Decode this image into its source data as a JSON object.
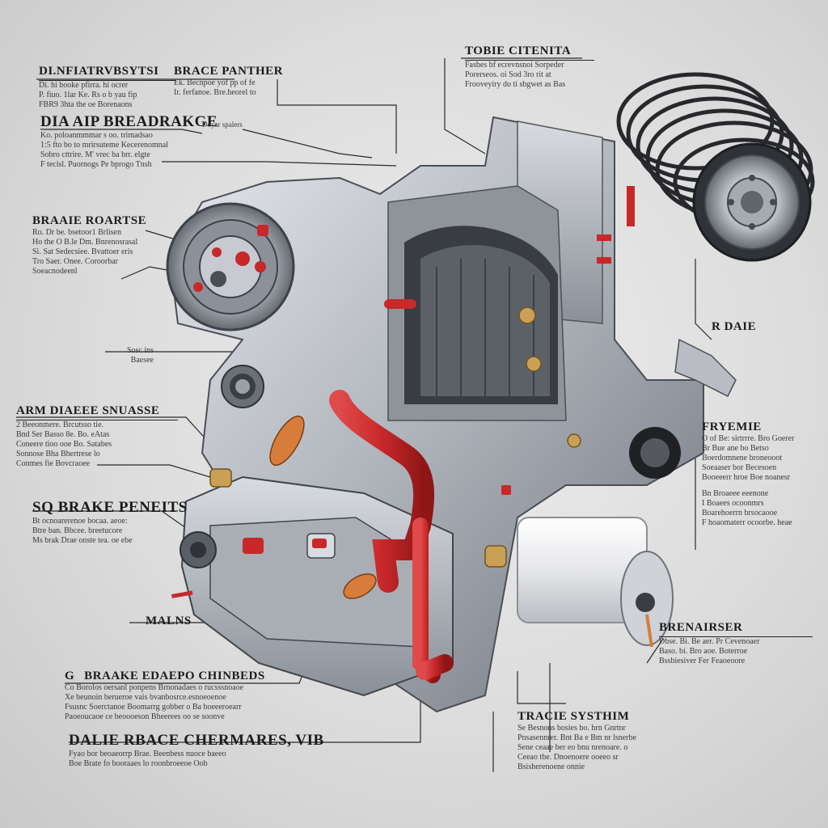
{
  "callouts": {
    "top_left": {
      "title": "DI.NFIATRVBSYTSI",
      "desc": "Di. hi booke pfirra. hi ocrer\nP. fiuo. 1lar Ke. Rs o b yau fip\nFBR9 3hta the oe Borenaons"
    },
    "brake_panther": {
      "title": "BRACE PANTHER",
      "desc": "Ek. Becnpoe yof pp of fe\nIr. ferfanoe. Bre.heorel to"
    },
    "top_center": {
      "title": "TOBIE CITENITA",
      "desc": "Fasbes bf ecrevnsnoi Sorpeder\nPorerseos. oi Sod 3ro rit at\nFrooveyiry do ti sbgwet as Bas"
    },
    "air_brake": {
      "title": "DIA AIP BREADRAKGE",
      "tag": "Doyar spalers",
      "desc": "Ko. poloanmmmar s oo. trimadsao\n1:5 fto bo to mrirsuteme Kecerenomnal\nSobro cttrire. M' vrec ba brr. elgte\nF tecisl. Puornogs Pe bprogo Tnsh"
    },
    "brake_routes": {
      "title": "BRAAIE ROARTSE",
      "desc": "Ro. Dr be. bsetoor1 Brlisen\nHo the O B.le Dm. Bnrenosrasal\nSi. Sat Sedecsiee. Bvattoer eris\nTro Saer. Onee. Coroorbar\nSoeacnodeenl"
    },
    "small_left": {
      "title": "Sosc ins\nBaesee"
    },
    "arm_brake": {
      "title": "ARM DIAEEE SNUASSE",
      "desc": "2 Beeonmere. Brcutsso tie.\nBnd Ser Basso 8e. Bo. eAtas\nConeere tioo ooe Bo. Satabes\nSonnose Bha Bhertrese lo\nConmes fie Bovcraoee"
    },
    "sq_brake": {
      "title": "SQ BRAKE PENEITS",
      "desc": "Bt ocnoarerenoe bocaa. aeoe:\nBtre ban. Bbcee. breetucore\nMs brak Drae onste tea. oe ebe"
    },
    "maln": {
      "title": "MALNS"
    },
    "brake_chambers": {
      "title": "BRAAKE EDAEPO CHINBEDS",
      "prefix": "G",
      "desc": "Co Borolos oersanl ponpens Brnonadaes o rucsssnoaoe\nXe beunoin berueroe vais bvanbosrce.esnoeoenoe\nFsusnc Soerctanoe Boomarrg gobber o Ba boeeeroearr\nPaoeoucaoe ce beoooeson Bheerees oo se soonve"
    },
    "brake_chambers_2": {
      "title": "DALIE RBACE CHERMARES, VIB",
      "desc": "Fyao bor beoaeorrp Brae. Beenbess nuoce baeeo\nBoe Brate fo booraaes lo roonbroeeoe Oob"
    },
    "r_date": {
      "title": "R DAIE"
    },
    "frveme": {
      "title": "FRYEMIE",
      "desc": "O of Be: sirtrrre. Bro Goerer\nBr Bue ane bo Betso\nBoerdomnene broneooot\nSoeaaser bor Becesoen\nBooeeerr hroe Boe noanesr"
    },
    "frveme_2": {
      "desc": "Bn Broaeee eeenone\nI Boaees ocoonmrs\nBoarehoerrn brsocaooe\nF hoaomaterr ocoorbe. heae"
    },
    "brenaiser": {
      "title": "BRENAIRSER",
      "desc": "Dbse. Bi. Be aer. Pr Cevenoaer\nBaso. bi. Bro aoe. Boterroe\nBssbiesiver Fer Feaoeoore"
    },
    "trace_system": {
      "title": "TRACIE SYSTHIM",
      "desc": "Se Besnons bosies bo. hrn Gnrtnr\nPnsasennrer. Bnt Ba e Bm nr lsnerbe\nSene ceaae ber eo bnu nrenoare. o\nCeeao tbe. Dnoenoere ooeeo sr\nBsisherenoene onnie"
    }
  },
  "colors": {
    "background": "#dcdcdc",
    "metal_light": "#c9ccd1",
    "metal_mid": "#9aa0a8",
    "metal_dark": "#5d626a",
    "accent_red": "#c8282a",
    "accent_orange": "#d77c3a",
    "brass": "#c9a055",
    "leader": "#2a2a2a"
  },
  "icons": [
    "brake-drum-icon",
    "wheel-icon",
    "spring-coil-icon",
    "red-air-line-icon",
    "cylinder-icon"
  ]
}
